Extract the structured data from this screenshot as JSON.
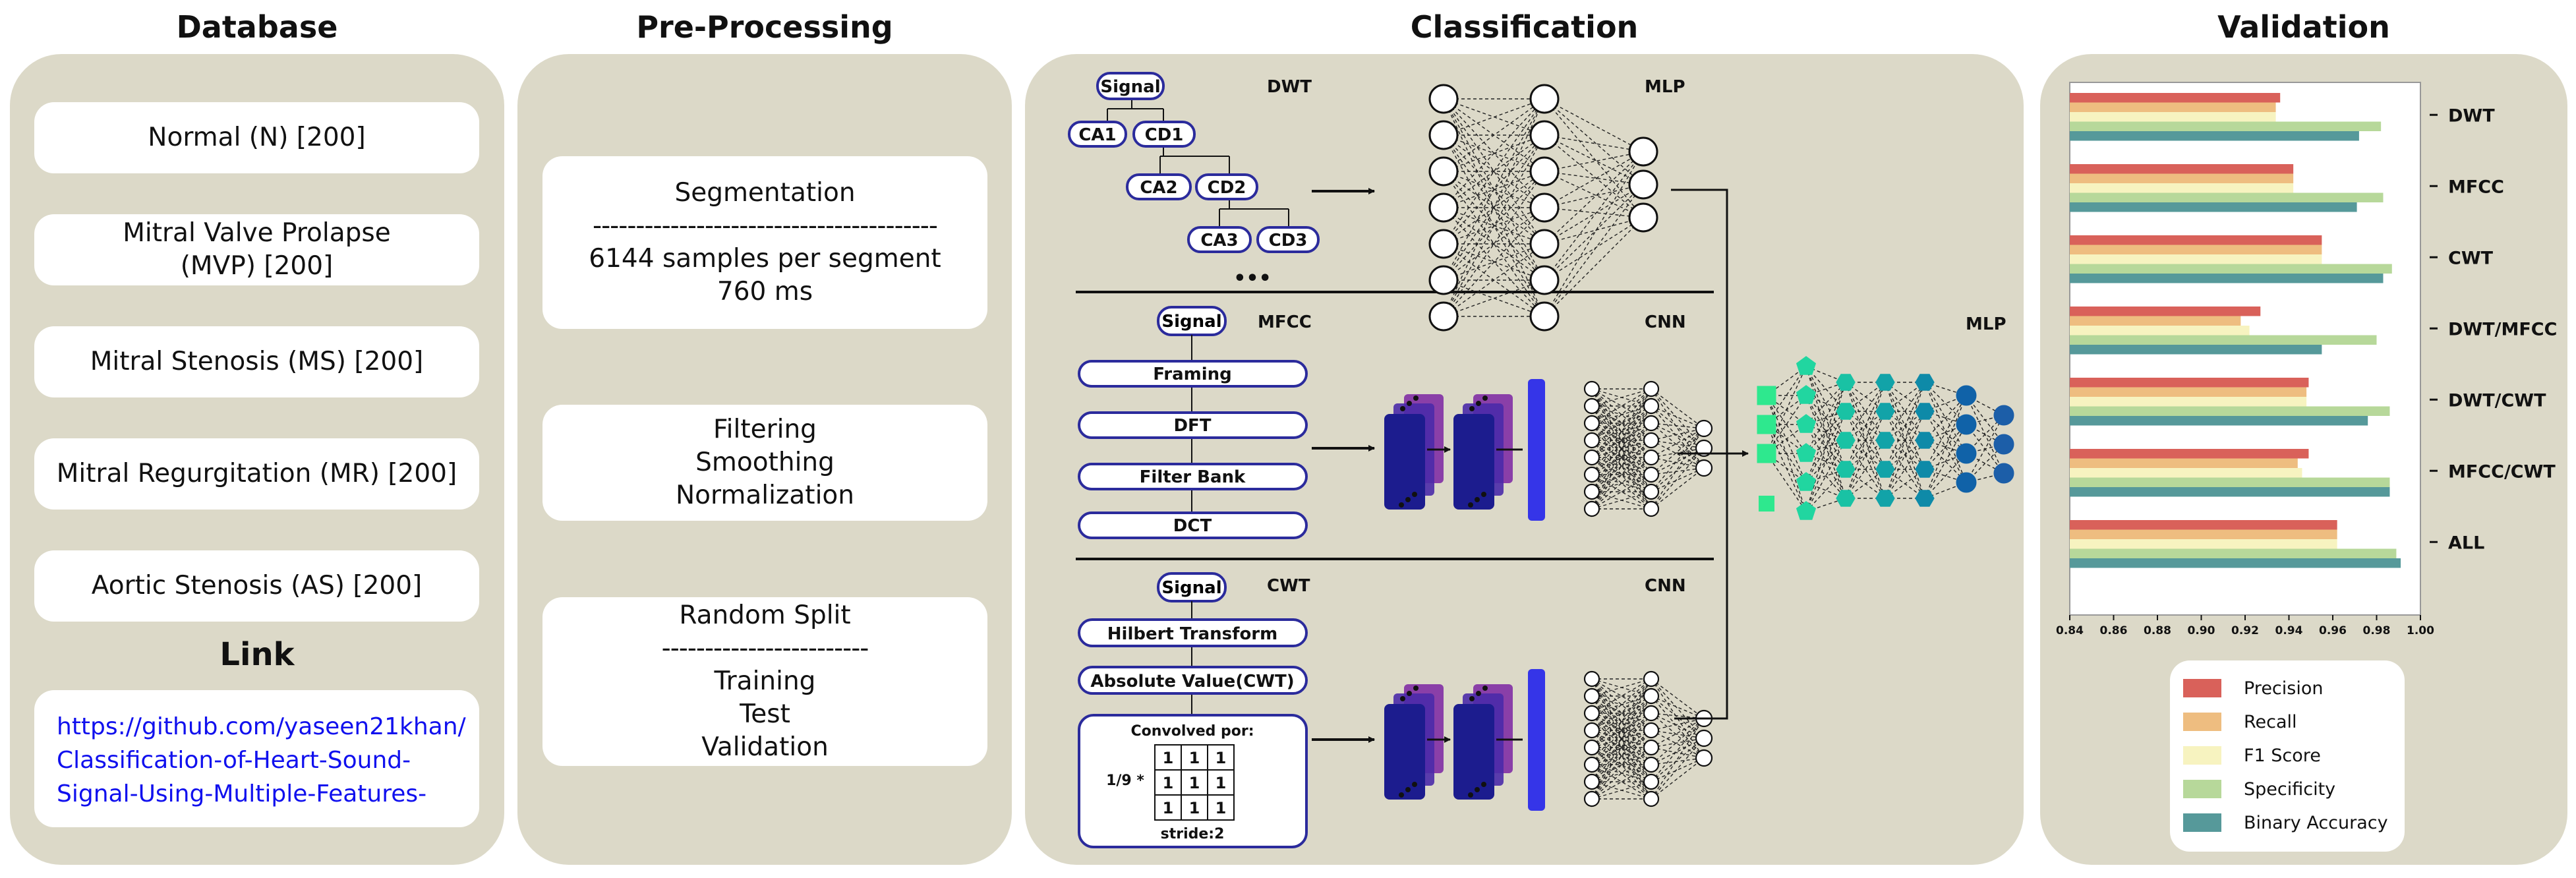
{
  "columns": {
    "database": "Database",
    "preprocessing": "Pre-Processing",
    "classification": "Classification",
    "validation": "Validation"
  },
  "database": {
    "items": [
      "Normal (N) [200]",
      [
        "Mitral Valve Prolapse",
        "(MVP) [200]"
      ],
      "Mitral Stenosis (MS) [200]",
      "Mitral Regurgitation (MR) [200]",
      "Aortic Stenosis (AS) [200]"
    ],
    "link_title": "Link",
    "link_lines": [
      "https://github.com/yaseen21khan/",
      "Classification-of-Heart-Sound-",
      "Signal-Using-Multiple-Features-"
    ]
  },
  "preprocessing": {
    "segmentation": {
      "title": "Segmentation",
      "divider": "----------------------------------------",
      "lines": [
        "6144 samples per segment",
        "760 ms"
      ]
    },
    "filtering": [
      "Filtering",
      "Smoothing",
      "Normalization"
    ],
    "split": {
      "title": "Random Split",
      "divider": "------------------------",
      "lines": [
        "Training",
        "Test",
        "Validation"
      ]
    }
  },
  "classification": {
    "dwt": {
      "label": "DWT",
      "nodes": [
        "Signal",
        "CA1",
        "CD1",
        "CA2",
        "CD2",
        "CA3",
        "CD3"
      ],
      "ellipsis": "•••",
      "model": "MLP"
    },
    "mfcc": {
      "label": "MFCC",
      "signal": "Signal",
      "steps": [
        "Framing",
        "DFT",
        "Filter Bank",
        "DCT"
      ],
      "model": "CNN"
    },
    "cwt": {
      "label": "CWT",
      "signal": "Signal",
      "steps": [
        "Hilbert Transform",
        "Absolute Value(CWT)"
      ],
      "kernel_title": "Convolved  por:",
      "kernel_scale": "1/9 *",
      "kernel_value": "1",
      "stride": "stride:2",
      "model": "CNN"
    },
    "fusion_model": "MLP"
  },
  "chart_data": {
    "type": "bar",
    "orientation": "horizontal",
    "categories": [
      "DWT",
      "MFCC",
      "CWT",
      "DWT/MFCC",
      "DWT/CWT",
      "MFCC/CWT",
      "ALL"
    ],
    "series": [
      {
        "name": "Precision",
        "color": "#d9615a",
        "values": [
          0.936,
          0.942,
          0.955,
          0.927,
          0.949,
          0.949,
          0.962
        ]
      },
      {
        "name": "Recall",
        "color": "#eebd80",
        "values": [
          0.934,
          0.942,
          0.955,
          0.918,
          0.948,
          0.944,
          0.962
        ]
      },
      {
        "name": "F1 Score",
        "color": "#f7f3c0",
        "values": [
          0.934,
          0.942,
          0.955,
          0.922,
          0.948,
          0.946,
          0.962
        ]
      },
      {
        "name": "Specificity",
        "color": "#b7d89a",
        "values": [
          0.982,
          0.983,
          0.987,
          0.98,
          0.986,
          0.986,
          0.989
        ]
      },
      {
        "name": "Binary Accuracy",
        "color": "#56999a",
        "values": [
          0.972,
          0.971,
          0.983,
          0.955,
          0.976,
          0.986,
          0.991
        ]
      }
    ],
    "xlim": [
      0.84,
      1.0
    ],
    "xticks": [
      "0.84",
      "0.86",
      "0.88",
      "0.90",
      "0.92",
      "0.94",
      "0.96",
      "0.98",
      "1.00"
    ],
    "ytick_labels": [
      "DWT",
      "MFCC",
      "CWT",
      "DWT/MFCC",
      "DWT/CWT",
      "MFCC/CWT",
      "ALL"
    ],
    "grid": false,
    "legend_position": "bottom-center"
  }
}
